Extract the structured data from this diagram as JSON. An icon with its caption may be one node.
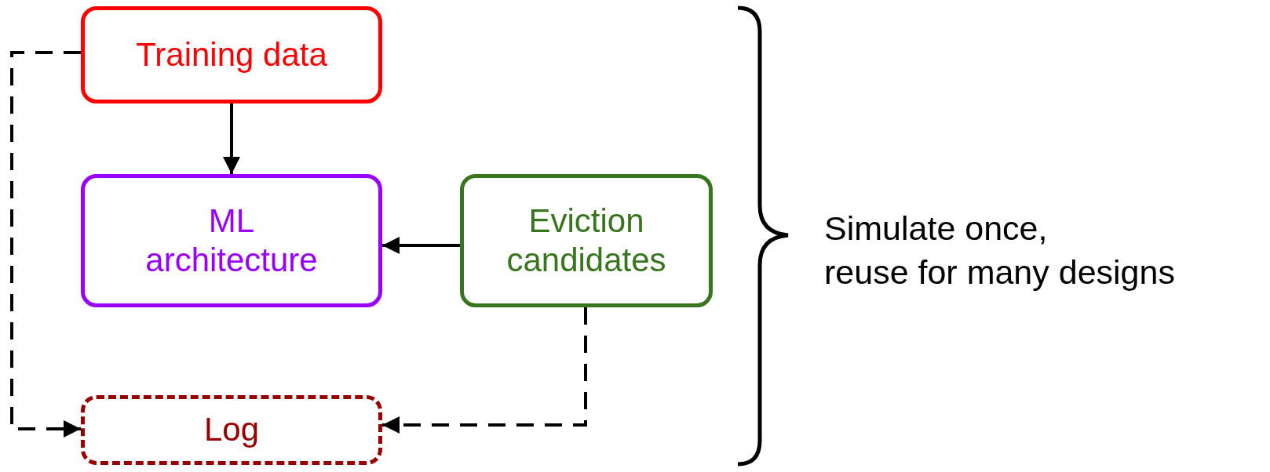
{
  "diagram": {
    "nodes": [
      {
        "text": [
          "Training data"
        ]
      },
      {
        "text": [
          "ML architecture"
        ]
      },
      {
        "text": [
          "Eviction candidates"
        ]
      },
      {
        "text": [
          "Log"
        ]
      }
    ],
    "edges": [
      {
        "from": 0,
        "to": 1,
        "arrow": "to"
      },
      {
        "from": 2,
        "to": 1,
        "arrow": "to"
      },
      {
        "from": 0,
        "to": 3,
        "arrow": "to",
        "style": "dashed"
      },
      {
        "from": 2,
        "to": 3,
        "arrow": "to",
        "style": "dashed"
      }
    ],
    "labels": [
      "Simulate once, reuse for many designs"
    ]
  }
}
